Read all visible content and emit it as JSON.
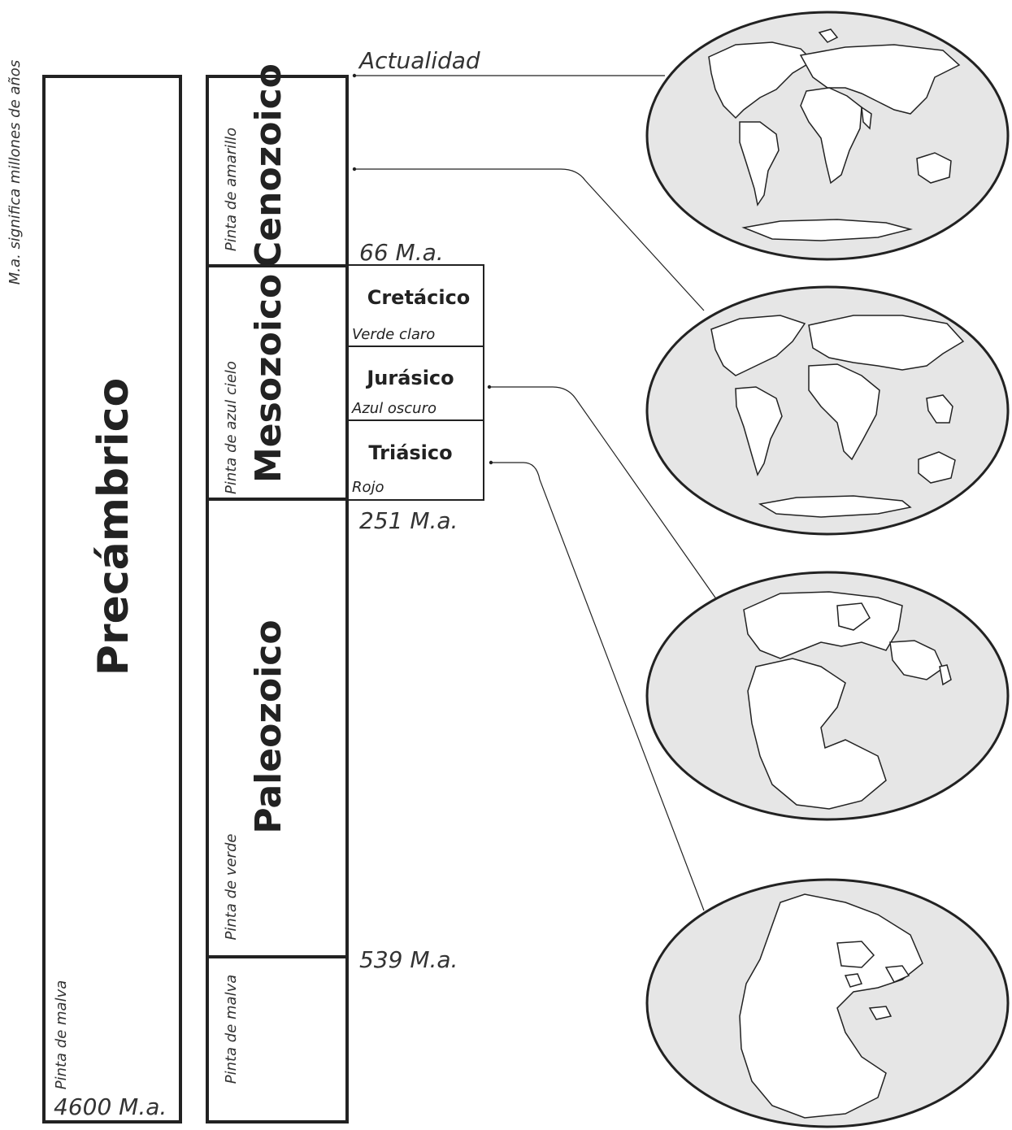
{
  "note": "M.a. significa millones de años",
  "precambrian": {
    "title": "Precámbrico",
    "paint": "Pinta de malva",
    "age": "4600 M.a."
  },
  "eras": {
    "cenozoic": {
      "title": "Cenozoico",
      "paint": "Pinta de amarillo"
    },
    "mesozoic": {
      "title": "Mesozoico",
      "paint": "Pinta de azul cielo"
    },
    "paleozoic": {
      "title": "Paleozoico",
      "paint": "Pinta de verde"
    },
    "lower": {
      "paint": "Pinta de malva"
    }
  },
  "periods": [
    {
      "name": "Cretácico",
      "color": "Verde claro"
    },
    {
      "name": "Jurásico",
      "color": "Azul oscuro"
    },
    {
      "name": "Triásico",
      "color": "Rojo"
    }
  ],
  "times": {
    "now": "Actualidad",
    "t66": "66 M.a.",
    "t251": "251 M.a.",
    "t539": "539 M.a."
  },
  "colors": {
    "globe_fill": "#e6e6e6",
    "line": "#222222"
  },
  "maps": [
    "world-map-present",
    "world-map-cretaceous",
    "world-map-jurassic",
    "world-map-triassic"
  ]
}
